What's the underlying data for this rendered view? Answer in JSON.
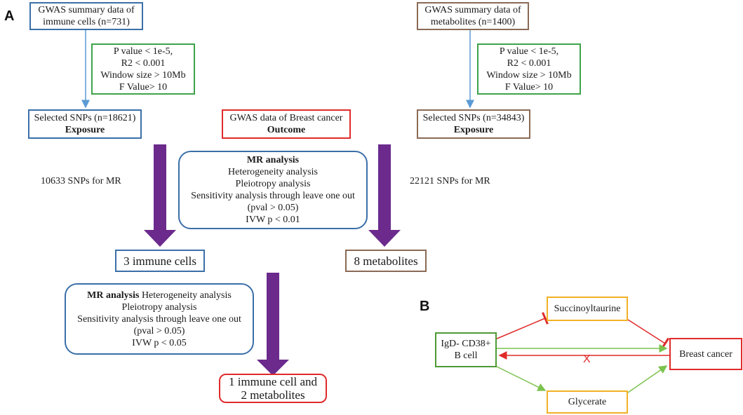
{
  "panel_a": {
    "label": "A",
    "immune_source": [
      "GWAS summary data of",
      "immune cells (n=731)"
    ],
    "metab_source": [
      "GWAS summary data of",
      "metabolites (n=1400)"
    ],
    "filter_left": [
      "P value < 1e-5,",
      "R2 < 0.001",
      "Window size > 10Mb",
      "F Value> 10"
    ],
    "filter_right": [
      "P value < 1e-5,",
      "R2 < 0.001",
      "Window size > 10Mb",
      "F Value> 10"
    ],
    "selected_left": {
      "line1": "Selected SNPs (n=18621)",
      "line2": "Exposure"
    },
    "outcome": {
      "line1": "GWAS data of Breast cancer",
      "line2": "Outcome"
    },
    "selected_right": {
      "line1": "Selected SNPs (n=34843)",
      "line2": "Exposure"
    },
    "snps_left": "10633 SNPs for MR",
    "snps_right": "22121 SNPs for MR",
    "mr_center": {
      "title": "MR analysis",
      "lines": [
        "Heterogeneity analysis",
        "Pleiotropy analysis",
        "Sensitivity analysis through leave one out",
        "(pval > 0.05)",
        "IVW p < 0.01"
      ]
    },
    "result_immune": "3 immune cells",
    "result_metab": "8 metabolites",
    "mr_lower": {
      "title": "MR analysis",
      "title_rest": " Heterogeneity analysis",
      "lines": [
        "Pleiotropy analysis",
        "Sensitivity analysis through leave one out",
        "(pval > 0.05)",
        "IVW p < 0.05"
      ]
    },
    "final": [
      "1 immune cell and",
      "2 metabolites"
    ]
  },
  "panel_b": {
    "label": "B",
    "exposure": [
      "IgD- CD38+",
      "B cell"
    ],
    "mediator_top": "Succinoyltaurine",
    "mediator_bottom": "Glycerate",
    "outcome": "Breast cancer",
    "block_mark": "X"
  },
  "colors": {
    "blue": "#3b6fa8",
    "brown": "#8a6a55",
    "green": "#3da34a",
    "red": "#e02a2a",
    "orange": "#f2b126",
    "purple": "#6b2a8c",
    "light_green": "#7cc24e",
    "arrow_blue": "#5b9bd5"
  }
}
